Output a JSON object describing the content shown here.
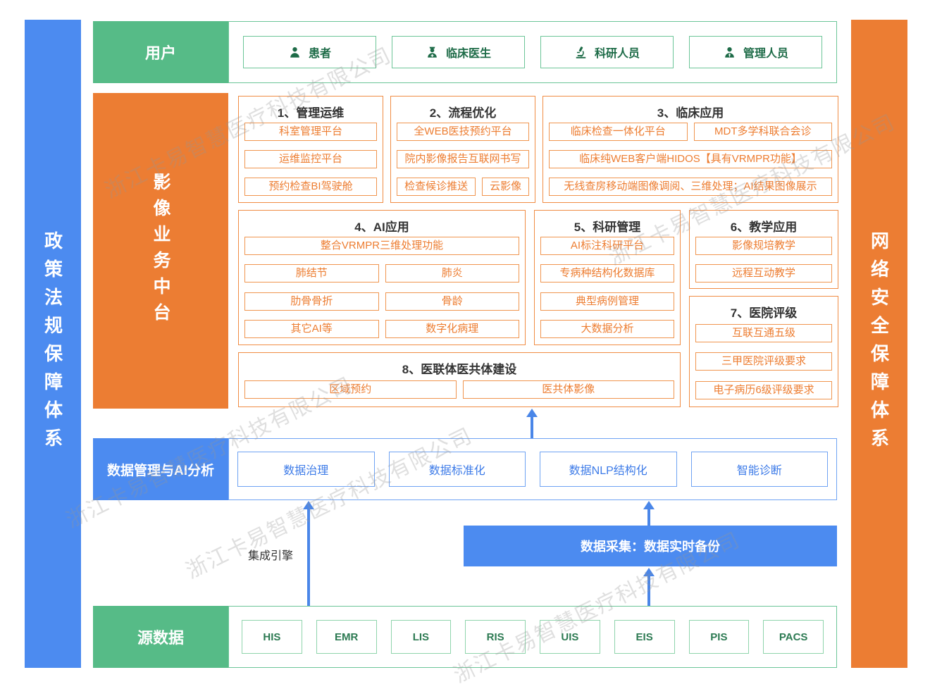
{
  "watermark": "浙江卡易智慧医疗科技有限公司",
  "side_bars": {
    "left": "政策法规保障体系",
    "right": "网络安全保障体系"
  },
  "users": {
    "header": "用户",
    "items": [
      "患者",
      "临床医生",
      "科研人员",
      "管理人员"
    ],
    "icons": [
      "patient-icon",
      "doctor-icon",
      "microscope-icon",
      "admin-icon"
    ]
  },
  "platform": {
    "header": "影像业务中台",
    "s1": {
      "title": "1、管理运维",
      "items": [
        "科室管理平台",
        "运维监控平台",
        "预约检查BI驾驶舱"
      ]
    },
    "s2": {
      "title": "2、流程优化",
      "items": [
        "全WEB医技预约平台",
        "院内影像报告互联网书写",
        "检查候诊推送",
        "云影像"
      ]
    },
    "s3": {
      "title": "3、临床应用",
      "items": [
        "临床检查一体化平台",
        "MDT多学科联合会诊",
        "临床纯WEB客户端HIDOS【具有VRMPR功能】",
        "无线查房移动端图像调阅、三维处理；AI结果图像展示"
      ]
    },
    "s4": {
      "title": "4、AI应用",
      "items": [
        "整合VRMPR三维处理功能",
        "肺结节",
        "肺炎",
        "肋骨骨折",
        "骨龄",
        "其它AI等",
        "数字化病理"
      ]
    },
    "s5": {
      "title": "5、科研管理",
      "items": [
        "AI标注科研平台",
        "专病种结构化数据库",
        "典型病例管理",
        "大数据分析"
      ]
    },
    "s6": {
      "title": "6、教学应用",
      "items": [
        "影像规培教学",
        "远程互动教学"
      ]
    },
    "s7": {
      "title": "7、医院评级",
      "items": [
        "互联互通五级",
        "三甲医院评级要求",
        "电子病历6级评级要求"
      ]
    },
    "s8": {
      "title": "8、医联体医共体建设",
      "items": [
        "区域预约",
        "医共体影像"
      ]
    }
  },
  "data_mgmt": {
    "header": "数据管理与AI分析",
    "items": [
      "数据治理",
      "数据标准化",
      "数据NLP结构化",
      "智能诊断"
    ]
  },
  "integration_engine": {
    "label": "集成引擎"
  },
  "data_collection": {
    "label": "数据采集：数据实时备份"
  },
  "source_data": {
    "header": "源数据",
    "items": [
      "HIS",
      "EMR",
      "LIS",
      "RIS",
      "UIS",
      "EIS",
      "PIS",
      "PACS"
    ]
  },
  "colors": {
    "green": "#56BB87",
    "green_border": "#6CC598",
    "green_text": "#1D6B47",
    "orange": "#EC7D33",
    "orange_border": "#F08C44",
    "orange_text": "#ED7D31",
    "blue": "#4C8BF0",
    "blue_border": "#6FA3F3",
    "blue_text": "#3D7BE8",
    "arrow_blue": "#4A86E8"
  }
}
